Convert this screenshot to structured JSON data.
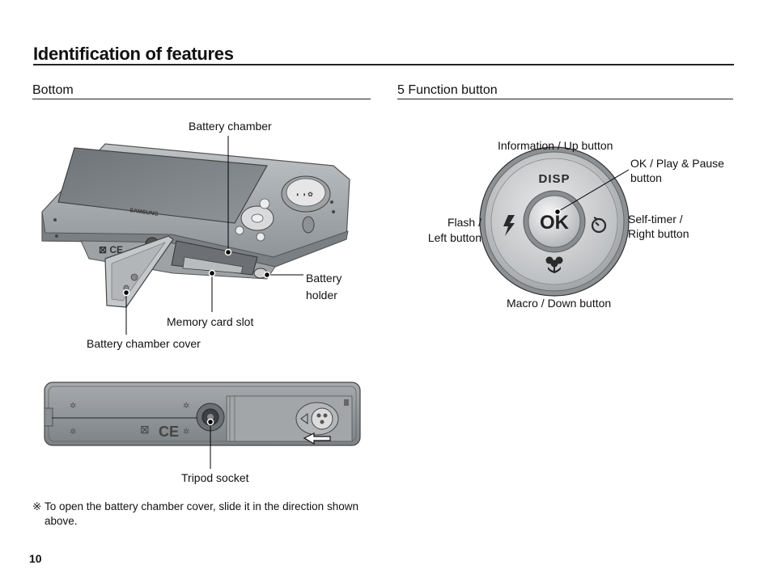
{
  "page": {
    "title": "Identification of features",
    "page_number": "10"
  },
  "bottom_section": {
    "title": "Bottom",
    "labels": {
      "battery_chamber": "Battery chamber",
      "battery_holder_line1": "Battery",
      "battery_holder_line2": "holder",
      "memory_card_slot": "Memory card slot",
      "battery_chamber_cover": "Battery chamber cover",
      "tripod_socket": "Tripod socket"
    },
    "camera_brand": "SAMSUNG",
    "note_symbol": "※",
    "note_line1": "To open the battery chamber cover, slide it in the direction shown",
    "note_line2": "above."
  },
  "function_section": {
    "title": "5 Function button",
    "labels": {
      "up": "Information / Up button",
      "ok_line1": "OK / Play & Pause",
      "ok_line2": "button",
      "left_line1": "Flash /",
      "left_line2": "Left button",
      "right_line1": "Self-timer /",
      "right_line2": "Right button",
      "down": "Macro / Down button"
    },
    "dial_text": {
      "disp": "DISP",
      "ok": "OK"
    }
  }
}
